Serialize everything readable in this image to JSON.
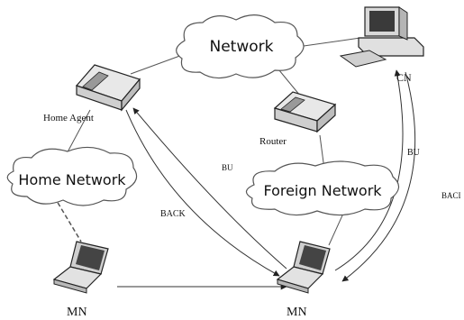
{
  "clouds": {
    "network": "Network",
    "home_network": "Home Network",
    "foreign_network": "Foreign Network"
  },
  "devices": {
    "home_agent": "Home Agent",
    "router": "Router",
    "cn": "CN",
    "mn_left": "MN",
    "mn_right": "MN"
  },
  "messages": {
    "bu_home": "BU",
    "back_home": "BACK",
    "bu_cn": "BU",
    "back_cn": "BACI"
  }
}
